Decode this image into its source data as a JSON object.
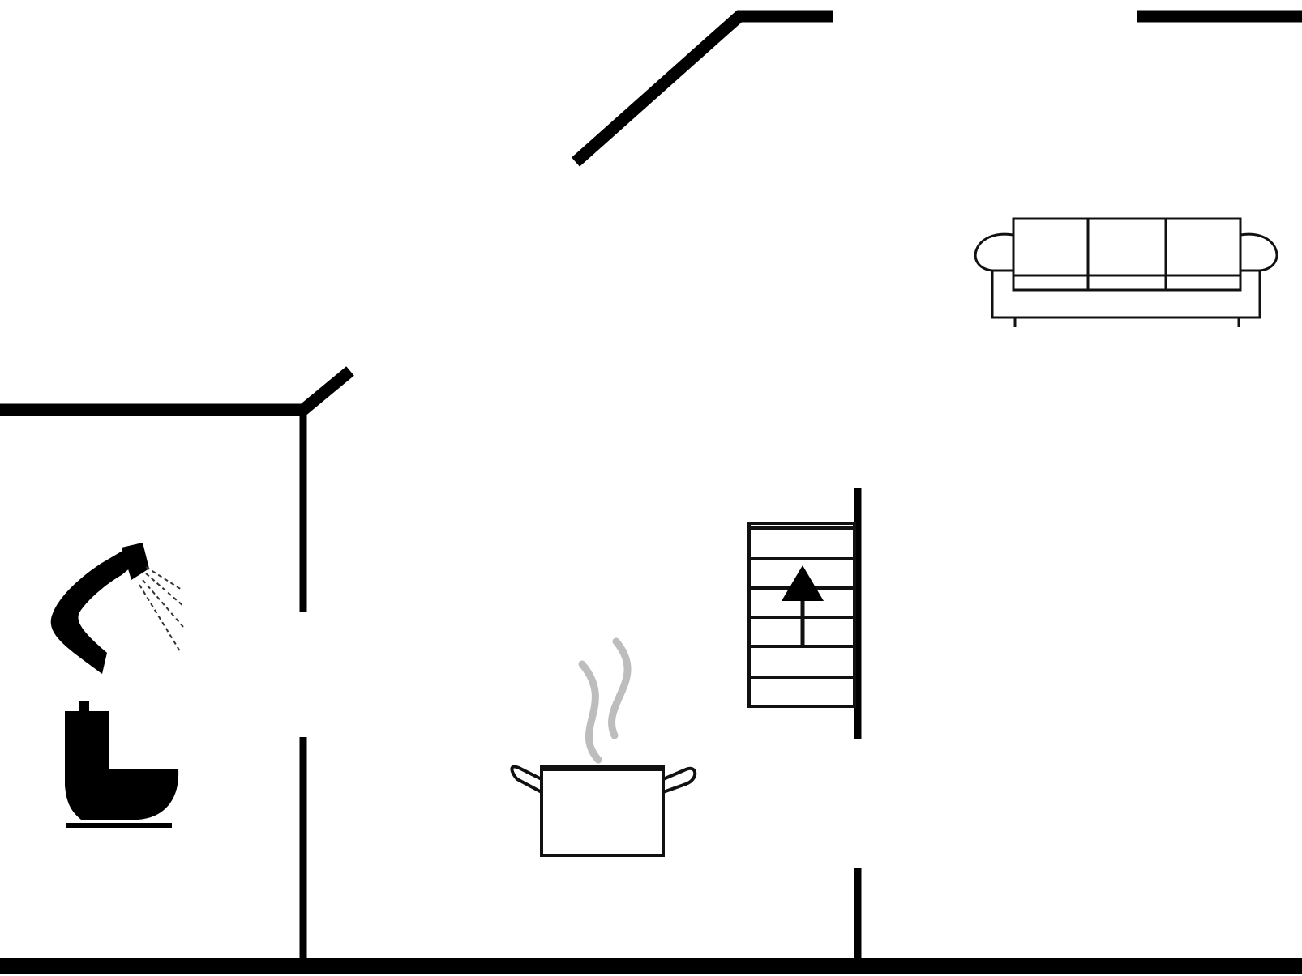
{
  "floor_plan": {
    "symbols": [
      {
        "name": "shower-icon",
        "room": "bathroom"
      },
      {
        "name": "toilet-icon",
        "room": "bathroom"
      },
      {
        "name": "cooking-pot-icon",
        "room": "kitchen"
      },
      {
        "name": "staircase-up-icon",
        "room": "hall"
      },
      {
        "name": "sofa-icon",
        "room": "living-room"
      }
    ],
    "colors": {
      "walls": "#000000",
      "background": "#ffffff",
      "steam": "#bdbdbd"
    }
  }
}
